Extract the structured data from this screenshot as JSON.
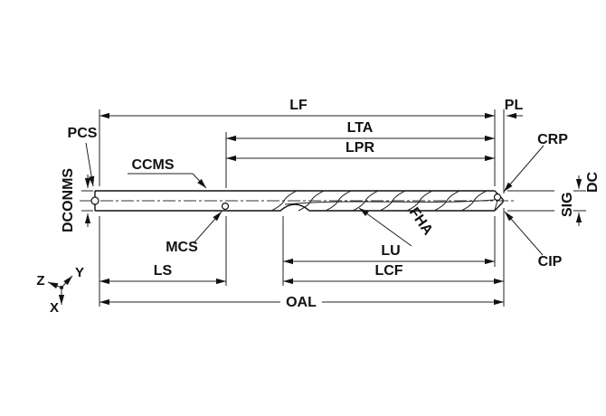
{
  "diagram": {
    "labels": {
      "lf": "LF",
      "pl": "PL",
      "lta": "LTA",
      "lpr": "LPR",
      "pcs": "PCS",
      "ccms": "CCMS",
      "crp": "CRP",
      "dconms": "DCONMS",
      "dc": "DC",
      "sig": "SIG",
      "mcs": "MCS",
      "fha": "FHA",
      "lu": "LU",
      "cip": "CIP",
      "ls": "LS",
      "lcf": "LCF",
      "oal": "OAL"
    },
    "axes": {
      "x": "X",
      "y": "Y",
      "z": "Z"
    },
    "colors": {
      "line": "#111111",
      "background": "#ffffff"
    }
  }
}
